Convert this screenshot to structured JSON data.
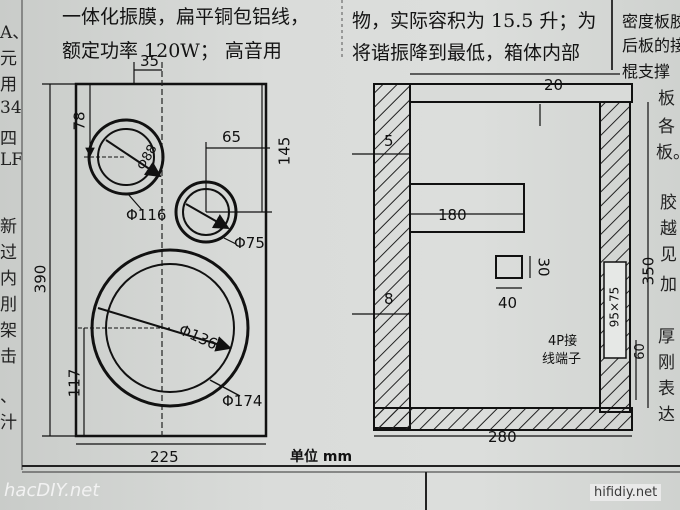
{
  "header": {
    "left_line1": "一体化振膜，扁平铜包铝线，",
    "left_line2": "额定功率 120W；  高音用",
    "mid_line1": "物，实际容积为 15.5 升；为",
    "mid_line2": "将谐振降到最低，箱体内部",
    "right_line1": "密度板胶",
    "right_line2": "后板的接",
    "right_line3": "棍支撑"
  },
  "left_margin": [
    "A、",
    "元",
    "用",
    "34",
    "四",
    "LF",
    "新",
    "过",
    "内",
    "刖",
    "架",
    "击",
    "、",
    "汁"
  ],
  "right_margin": [
    "板",
    "各",
    "板。",
    "胶",
    "越",
    "见",
    "加",
    "厚",
    "刚",
    "表",
    "达"
  ],
  "front_view": {
    "dim_35": "35",
    "dim_78": "78",
    "dim_phi88": "Φ88",
    "dim_phi116": "Φ116",
    "dim_65": "65",
    "dim_145": "145",
    "dim_phi75": "Φ75",
    "dim_390": "390",
    "dim_phi136": "Φ136",
    "dim_117": "117",
    "dim_phi174": "Φ174",
    "dim_225": "225"
  },
  "side_view": {
    "dim_20": "20",
    "dim_5": "5",
    "dim_180": "180",
    "dim_30": "30",
    "dim_40": "40",
    "dim_8": "8",
    "dim_350": "350",
    "terminal_line1": "4P接",
    "terminal_line2": "线端子",
    "dim_95x75": "95×75",
    "dim_60": "60",
    "dim_280": "280"
  },
  "unit_label": "单位 mm",
  "watermark_left": "hacDIY.net",
  "watermark_right": "hifidiy.net"
}
